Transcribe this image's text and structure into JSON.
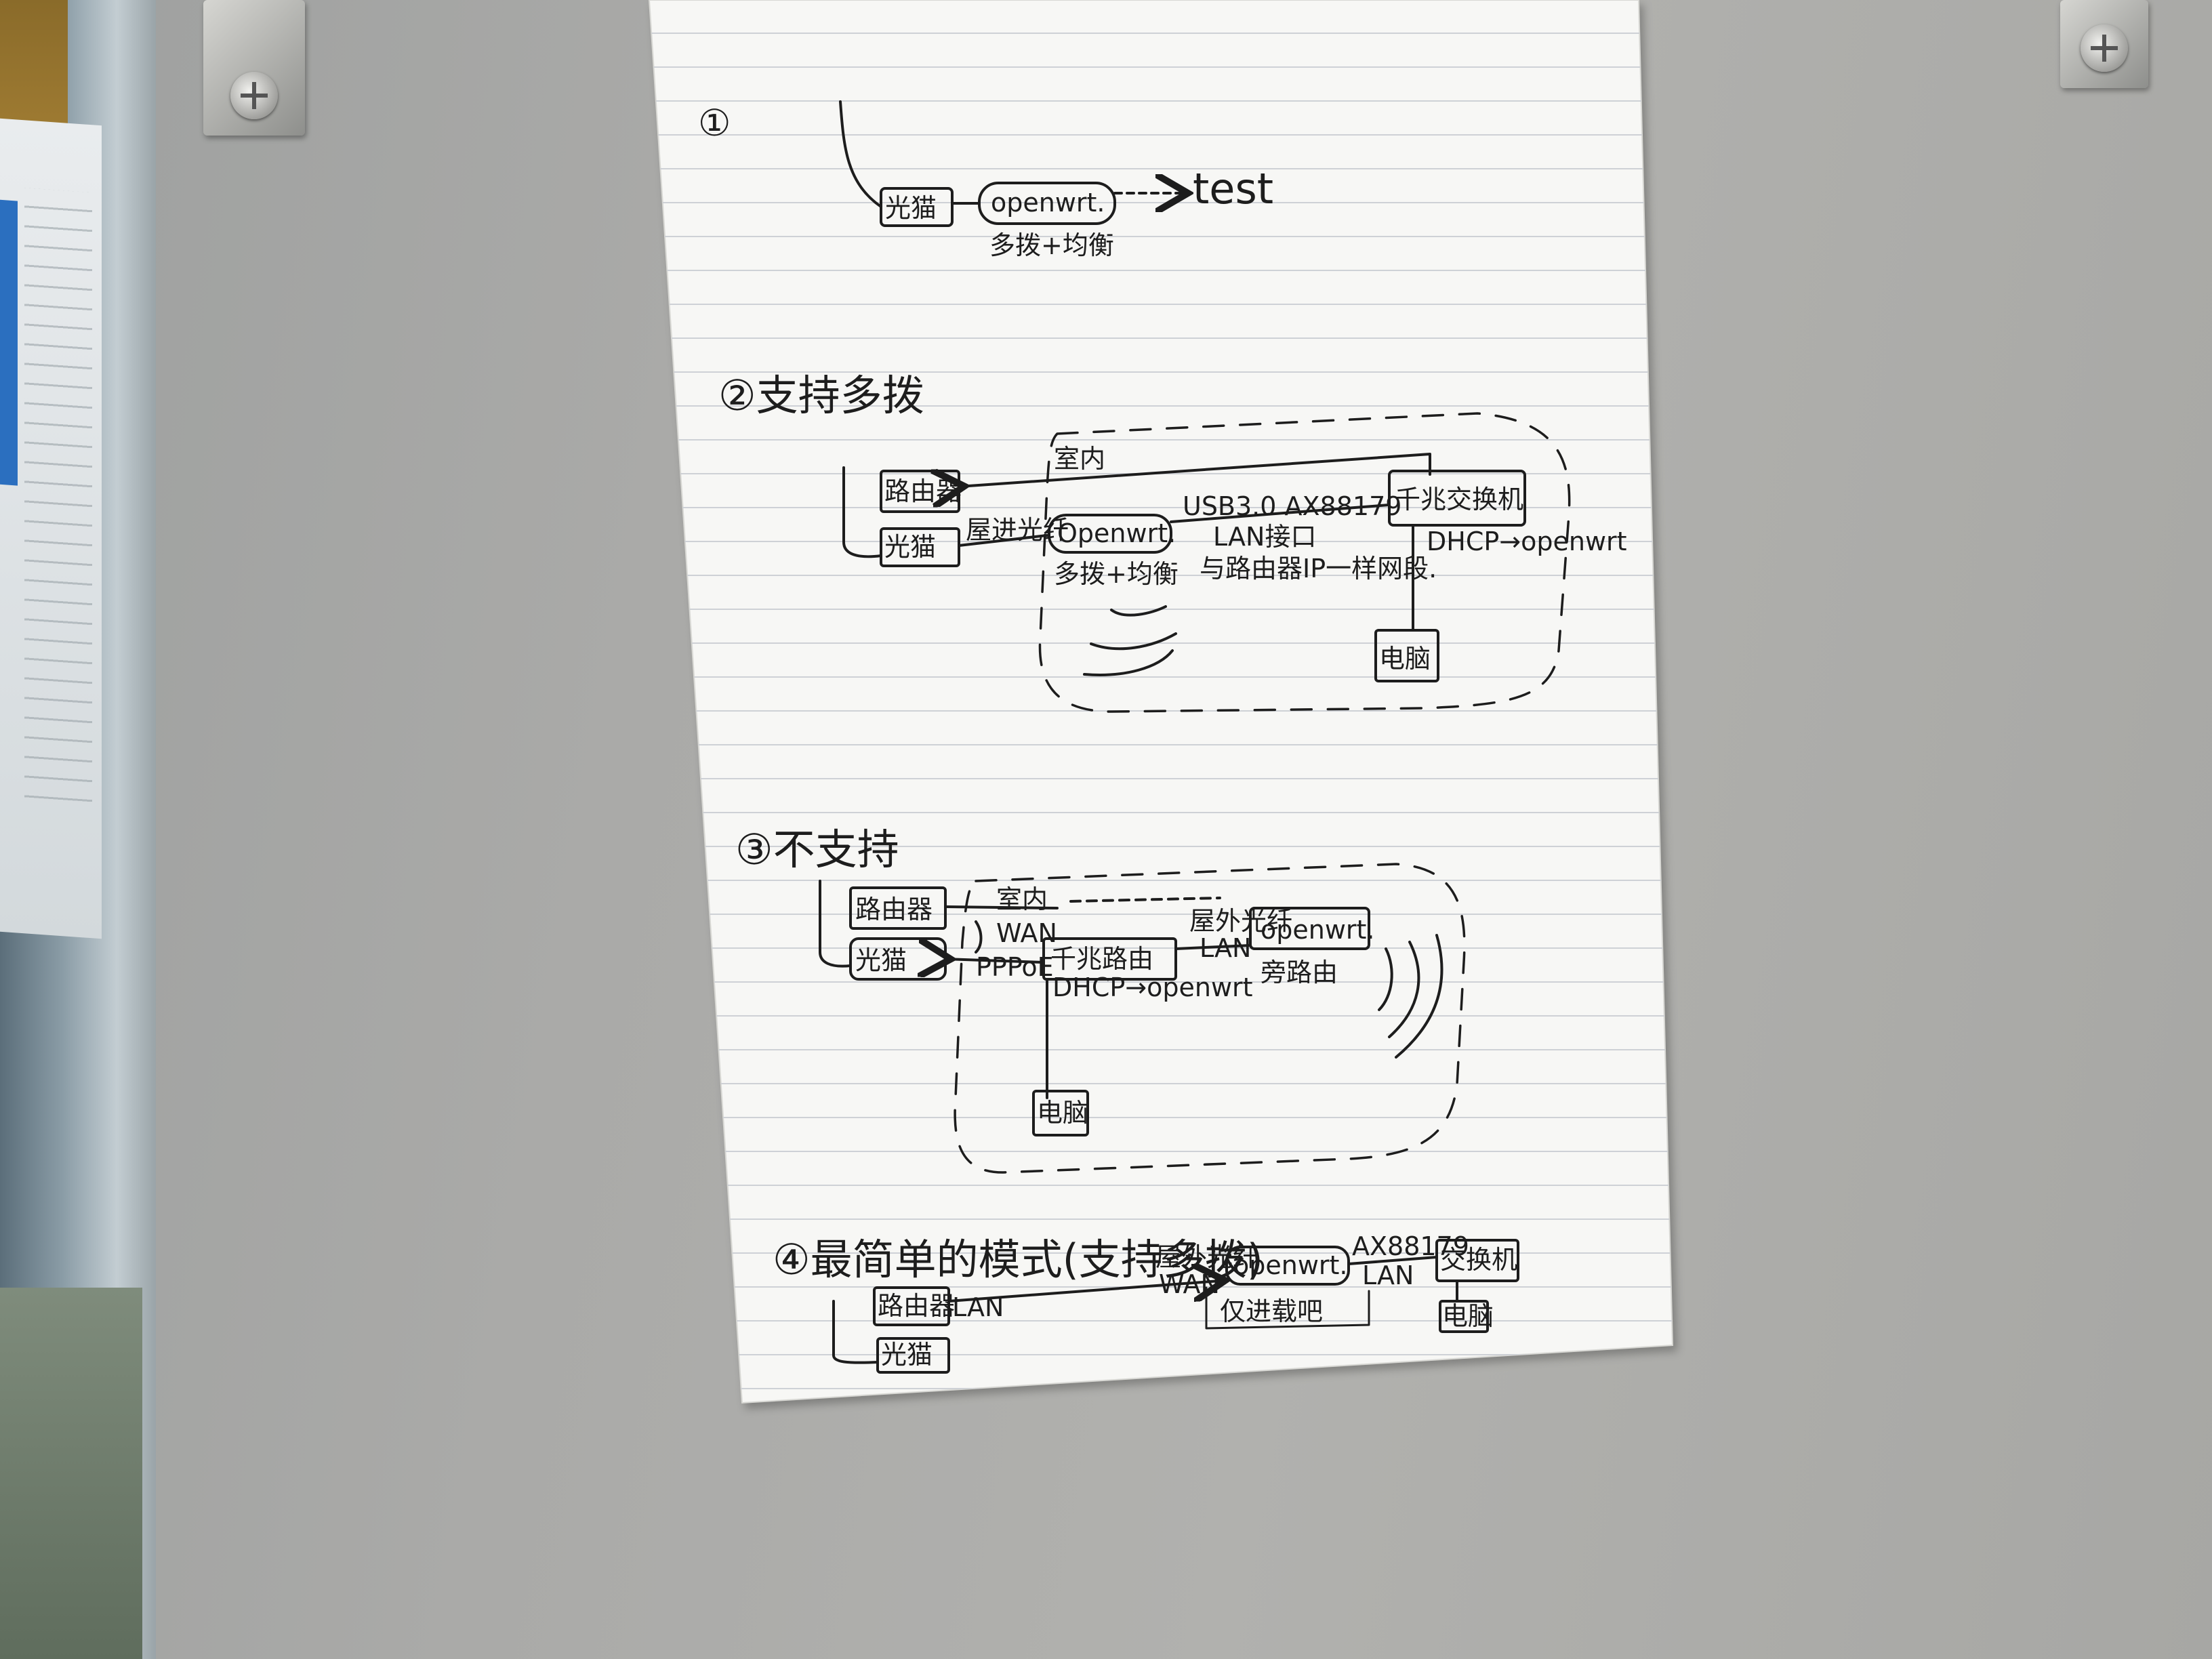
{
  "note": {
    "sec1": {
      "num": "①",
      "box_optical": "光猫",
      "box_openwrt": "openwrt.",
      "arrow_label": "test",
      "sub_openwrt": "多拨+均衡"
    },
    "sec2": {
      "heading": "②支持多拨",
      "indoor": "室内",
      "box_router": "路由器",
      "box_optical": "光猫",
      "link_dial": "屋进光纤",
      "box_openwrt": "Openwrt.",
      "sub_openwrt": "多拨+均衡",
      "link_top": "USB3.0 AX88179",
      "link_lan": "LAN接口",
      "link_ip": "与路由器IP一样网段.",
      "box_switch": "千兆交换机",
      "dhcp": "DHCP→openwrt",
      "box_pc": "电脑"
    },
    "sec3": {
      "heading": "③不支持",
      "box_router": "路由器",
      "box_optical": "光猫",
      "indoor": "室内",
      "wan": "WAN",
      "pppoe": "PPPoE",
      "box_gbrouter": "千兆路由",
      "link_lan_top": "屋外光纤",
      "link_lan": "LAN",
      "box_openwrt": "openwrt.",
      "sub_openwrt": "旁路由",
      "dhcp": "DHCP→openwrt",
      "box_pc": "电脑"
    },
    "sec4": {
      "heading": "④最简单的模式(支持多拨)",
      "box_router": "路由器",
      "router_lan": "LAN",
      "box_optical": "光猫",
      "link_top": "屋外光纤",
      "link_wan": "WAN",
      "box_openwrt": "openwrt.",
      "sub_openwrt": "仅进载吧",
      "link_ax": "AX88179",
      "link_lan": "LAN",
      "box_switch": "交换机",
      "box_pc": "电脑"
    }
  },
  "colors": {
    "ink": "#1d1d1d",
    "paper": "#f7f7f5",
    "ruling": "#c9cdd3",
    "wall": "#aaaaa8"
  }
}
